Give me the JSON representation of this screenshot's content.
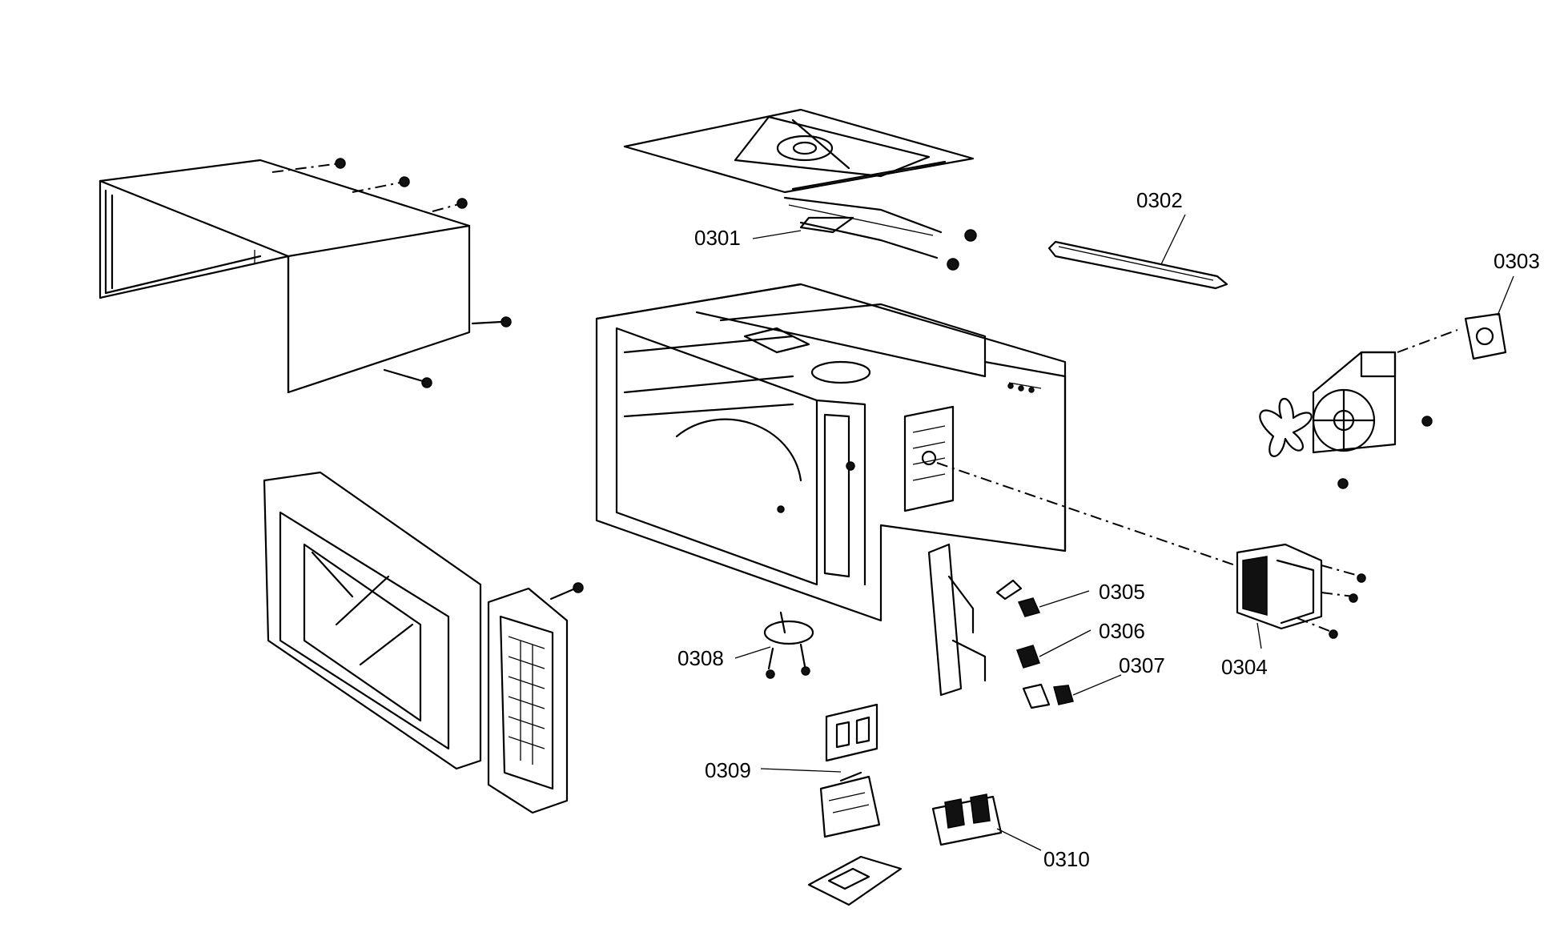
{
  "labels": {
    "p0301": "0301",
    "p0302": "0302",
    "p0303": "0303",
    "p0304": "0304",
    "p0305": "0305",
    "p0306": "0306",
    "p0307": "0307",
    "p0308": "0308",
    "p0309": "0309",
    "p0310": "0310"
  }
}
